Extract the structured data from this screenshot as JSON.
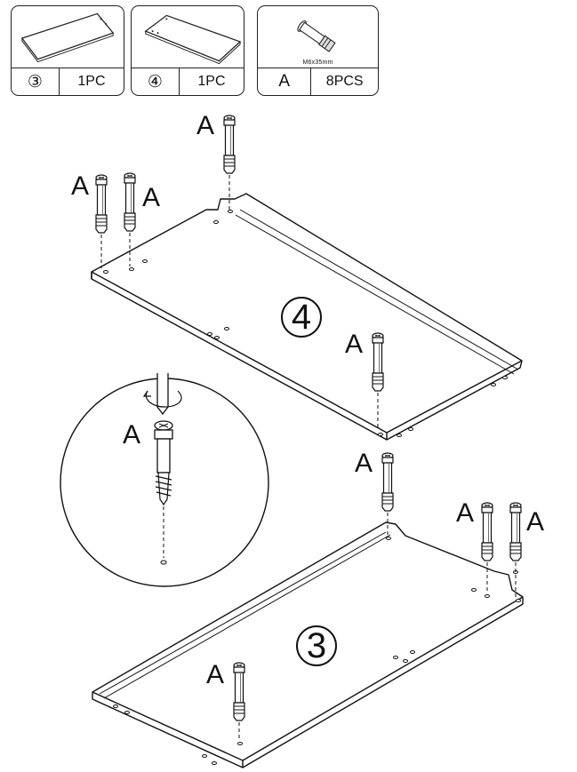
{
  "parts_list": [
    {
      "symbol": "③",
      "quantity": "1PC"
    },
    {
      "symbol": "④",
      "quantity": "1PC"
    },
    {
      "symbol": "A",
      "quantity": "8PCS",
      "spec": "M6x35mm"
    }
  ],
  "panel_labels": {
    "top_panel": "4",
    "bottom_panel": "3"
  },
  "bolt_label": "A"
}
